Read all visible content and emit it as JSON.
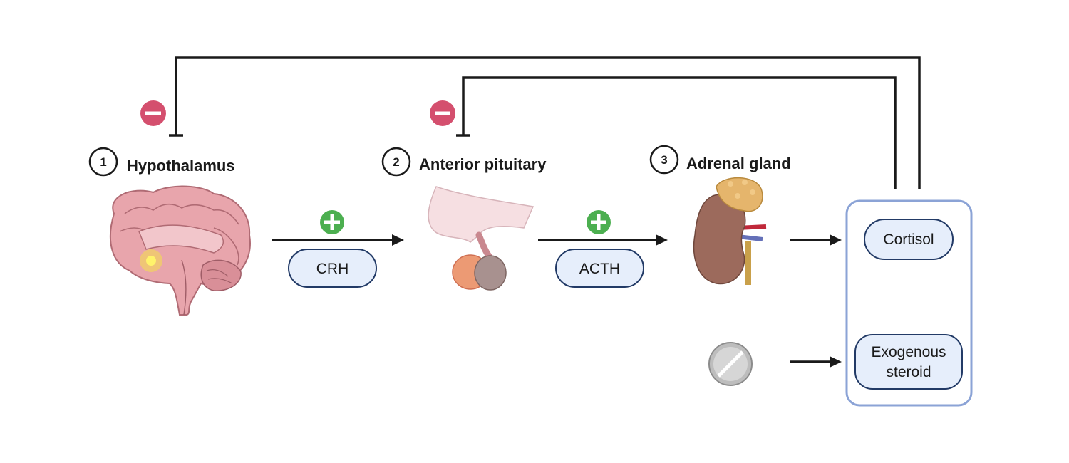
{
  "stages": [
    {
      "number": "1",
      "title": "Hypothalamus",
      "icon": "brain-icon"
    },
    {
      "number": "2",
      "title": "Anterior pituitary",
      "icon": "pituitary-gland-icon"
    },
    {
      "number": "3",
      "title": "Adrenal gland",
      "icon": "kidney-adrenal-icon"
    }
  ],
  "hormones": {
    "crh": "CRH",
    "acth": "ACTH",
    "cortisol": "Cortisol",
    "exogenous_line1": "Exogenous",
    "exogenous_line2": "steroid"
  },
  "signs": {
    "stimulation": "+",
    "inhibition": "−",
    "stimulation_color": "#4caf50",
    "inhibition_color": "#d44f6e"
  },
  "colors": {
    "pill_fill": "#e6eefb",
    "pill_border": "#223a66",
    "box_border": "#8ba3d6",
    "line": "#1a1a1a"
  },
  "pill_icon": "tablet-icon"
}
